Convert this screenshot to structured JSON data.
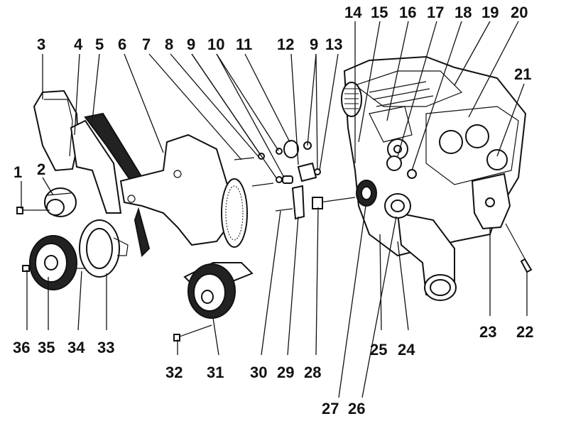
{
  "colors": {
    "ink": "#111111",
    "paper": "#ffffff"
  },
  "callouts": {
    "c1": "1",
    "c2": "2",
    "c3": "3",
    "c4": "4",
    "c5": "5",
    "c6": "6",
    "c7": "7",
    "c8": "8",
    "c9a": "9",
    "c9b": "9",
    "c10": "10",
    "c11": "11",
    "c12": "12",
    "c13": "13",
    "c14": "14",
    "c15": "15",
    "c16": "16",
    "c17": "17",
    "c18": "18",
    "c19": "19",
    "c20": "20",
    "c21": "21",
    "c22": "22",
    "c23": "23",
    "c24": "24",
    "c25": "25",
    "c26": "26",
    "c27": "27",
    "c28": "28",
    "c29": "29",
    "c30": "30",
    "c31": "31",
    "c32": "32",
    "c33": "33",
    "c34": "34",
    "c35": "35",
    "c36": "36"
  }
}
